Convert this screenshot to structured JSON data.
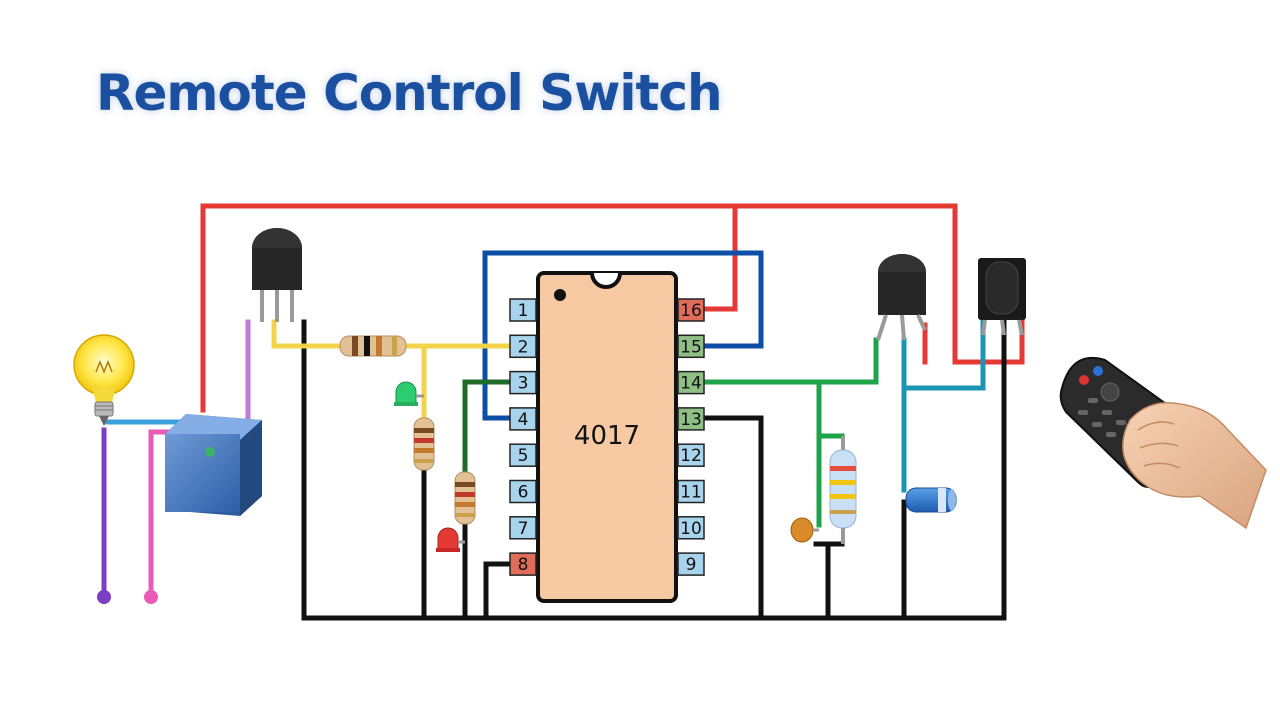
{
  "title": "Remote Control Switch",
  "ic": {
    "label": "4017",
    "left_pins": [
      "1",
      "2",
      "3",
      "4",
      "5",
      "6",
      "7",
      "8"
    ],
    "right_pins": [
      "16",
      "15",
      "14",
      "13",
      "12",
      "11",
      "10",
      "9"
    ]
  },
  "colors": {
    "title": "#1b4fa0",
    "ic_body": "#f7c9a3",
    "pin_default": "#a8d3ec",
    "pin_power": "#e06c5a",
    "pin_output": "#8fbf86",
    "wire_red": "#e53935",
    "wire_black": "#111111",
    "wire_blue": "#0d4ea6",
    "wire_green": "#1ea34a",
    "wire_darkgreen": "#1f6b2a",
    "wire_yellow": "#f3d34a",
    "wire_teal": "#1b96b2",
    "wire_purple": "#7b3fc4",
    "wire_pink": "#e95bb5"
  },
  "components": [
    "light-bulb-icon",
    "relay-icon",
    "transistor-icon",
    "resistor-icon",
    "green-led-icon",
    "red-led-icon",
    "ceramic-capacitor-icon",
    "electrolytic-capacitor-icon",
    "ir-receiver-icon",
    "remote-control-icon"
  ]
}
